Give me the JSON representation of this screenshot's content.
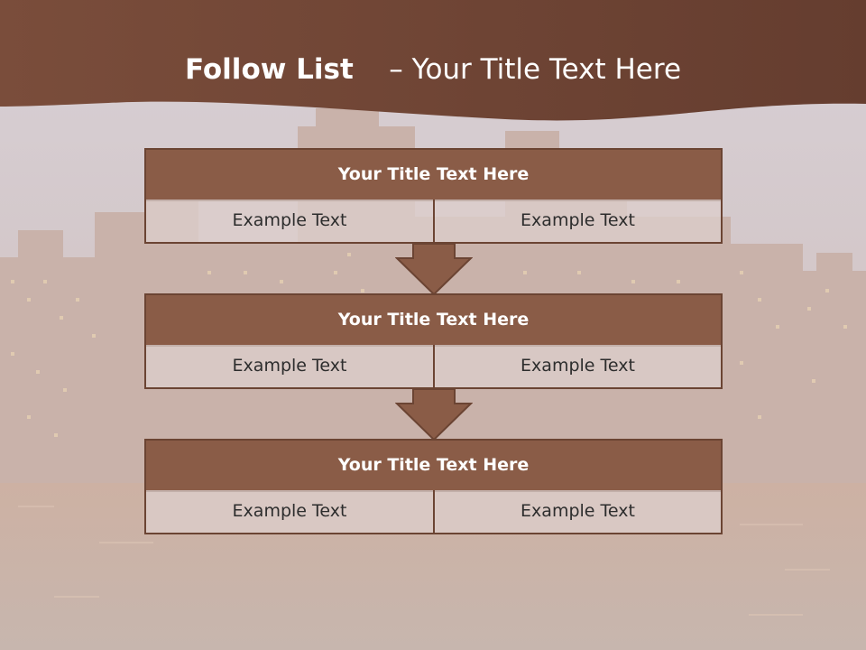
{
  "title": {
    "bold": "Follow List",
    "rest": "– Your Title Text Here"
  },
  "stages": [
    {
      "header": "Your Title Text Here",
      "left": "Example Text",
      "right": "Example Text"
    },
    {
      "header": "Your Title Text Here",
      "left": "Example Text",
      "right": "Example Text"
    },
    {
      "header": "Your Title Text Here",
      "left": "Example Text",
      "right": "Example Text"
    }
  ],
  "colors": {
    "header_brown": "#8a5c47",
    "border_brown": "#6b4433",
    "band_brown": "#6e4332"
  }
}
